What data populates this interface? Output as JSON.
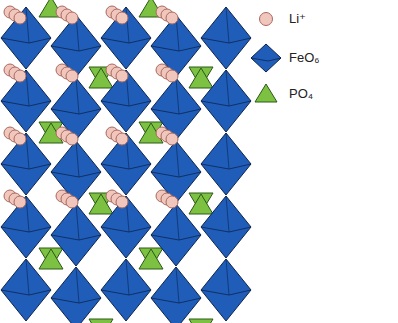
{
  "diagram": {
    "legend": [
      {
        "text": "Li⁺"
      },
      {
        "text": "FeO₆"
      },
      {
        "text": "PO₄"
      }
    ]
  }
}
